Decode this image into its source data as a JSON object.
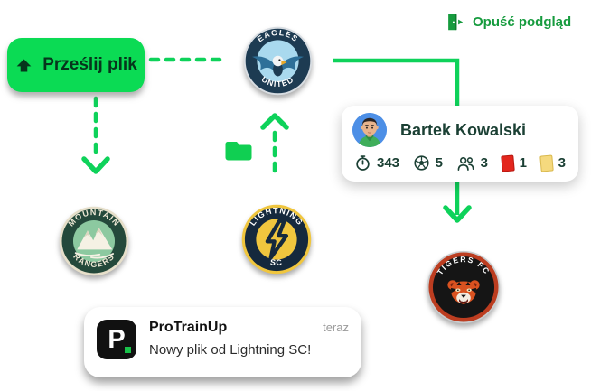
{
  "colors": {
    "accent_green": "#0BDB54",
    "leave_green": "#169B3E",
    "stat_text_green": "#1B4034",
    "red_card": "#E3261D",
    "yellow_card": "#F5D97E"
  },
  "upload_button": {
    "label": "Prześlij plik"
  },
  "leave_preview": {
    "label": "Opuść podgląd"
  },
  "player_card": {
    "name": "Bartek Kowalski",
    "stats": [
      {
        "icon": "stopwatch-icon",
        "value": "343"
      },
      {
        "icon": "soccer-ball-icon",
        "value": "5"
      },
      {
        "icon": "players-icon",
        "value": "3"
      },
      {
        "icon": "red-card-icon",
        "value": "1"
      },
      {
        "icon": "yellow-card-icon",
        "value": "3"
      }
    ]
  },
  "badges": {
    "eagles_united": {
      "top_text": "EAGLES",
      "bottom_text": "UNITED"
    },
    "mountain_rangers": {
      "top_text": "MOUNTAIN",
      "bottom_text": "RANGERS"
    },
    "lightning_sc": {
      "top_text": "LIGHTNING",
      "bottom_text": "SC"
    },
    "tigers_fc": {
      "top_text": "TIGERS FC"
    }
  },
  "notification": {
    "app_name": "ProTrainUp",
    "app_icon_letter": "P",
    "timestamp": "teraz",
    "message": "Nowy plik od Lightning SC!"
  }
}
